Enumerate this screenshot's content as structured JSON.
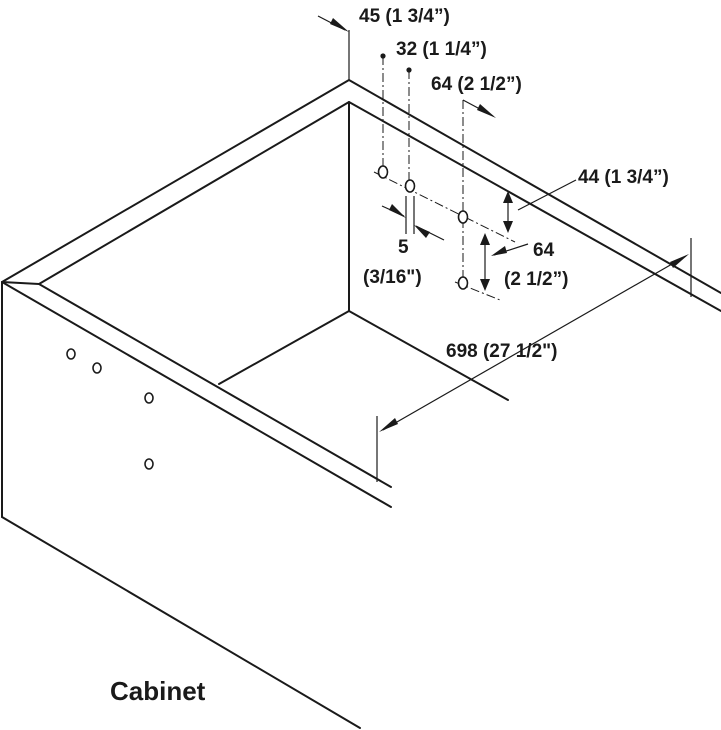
{
  "dimensions": {
    "d1": "45 (1 3/4”)",
    "d2": "32 (1 1/4”)",
    "d3": "64 (2 1/2”)",
    "d4": "44 (1 3/4”)",
    "d5_value": "5",
    "d5_fraction": "(3/16\")",
    "d6_value": "64",
    "d6_fraction": "(2 1/2”)",
    "d7": "698 (27 1/2\")"
  },
  "caption": "Cabinet"
}
